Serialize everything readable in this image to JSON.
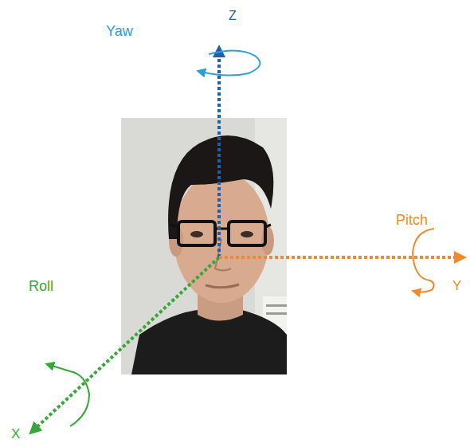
{
  "diagram": {
    "labels": [
      "Z",
      "Yaw",
      "Pitch",
      "Y",
      "Roll",
      "X"
    ]
  }
}
